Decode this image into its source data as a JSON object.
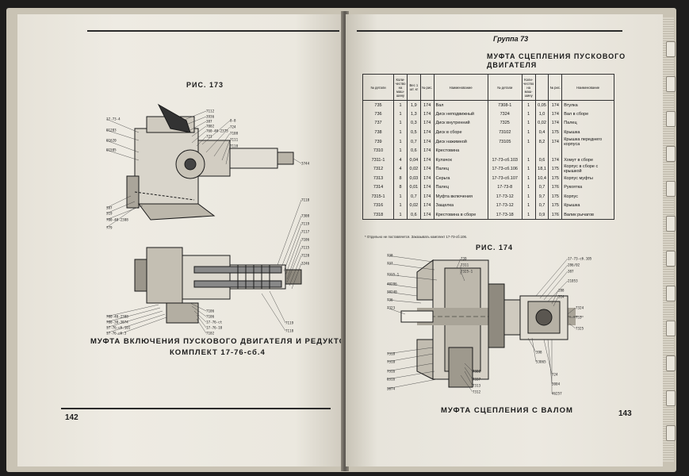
{
  "left_page": {
    "figure_label": "РИС. 173",
    "caption_line1": "МУФТА ВКЛЮЧЕНИЯ ПУСКОВОГО ДВИГАТЕЛЯ И РЕДУКТОР В СБОРЕ,",
    "caption_line2": "КОМПЛЕКТ 17-76-сб.4",
    "page_number": "142",
    "callouts_top": [
      "17-73-4",
      "01203",
      "01620",
      "01505",
      "387",
      "319",
      "700-40-2388",
      "779",
      "7112",
      "3936",
      "387",
      "7002",
      "760-40-2375",
      "721",
      "8-8",
      "724",
      "7108",
      "7111",
      "7110",
      "3744"
    ],
    "callouts_bottom": [
      "7118",
      "7308",
      "7119",
      "7117",
      "7106",
      "7115",
      "7120",
      "3246",
      "700-40-2388",
      "700-30-3074",
      "17-76-сб.101",
      "17-76-сб.3",
      "766-37-1",
      "7106",
      "7106",
      "17-76-ct",
      "17-76-10",
      "7102",
      "7119",
      "7118"
    ]
  },
  "right_page": {
    "header": "Группа 73",
    "title_line1": "МУФТА СЦЕПЛЕНИЯ ПУСКОВОГО",
    "title_line2": "ДВИГАТЕЛЯ",
    "table": {
      "headers": [
        "№ детали",
        "Коли-чество на маш-шину",
        "Вес 1 шт. кг",
        "№ рис.",
        "Наименование",
        "№ детали",
        "Коли-чество на маш-шину",
        "№ рис.",
        "Наименование"
      ],
      "rows": [
        [
          "735",
          "1",
          "1,9",
          "174",
          "Вал",
          "7308-1",
          "1",
          "0,05",
          "174",
          "Втулка"
        ],
        [
          "736",
          "1",
          "1,3",
          "174",
          "Диск неподвижный",
          "7324",
          "1",
          "1,0",
          "174",
          "Вал в сборе"
        ],
        [
          "737",
          "1",
          "0,3",
          "174",
          "Диск внутренний",
          "7325",
          "1",
          "0,02",
          "174",
          "Палец"
        ],
        [
          "738",
          "1",
          "0,5",
          "174",
          "Диск в сборе",
          "73102",
          "1",
          "0,4",
          "175",
          "Крышка"
        ],
        [
          "739",
          "1",
          "0,7",
          "174",
          "Диск нажимной",
          "73105",
          "1",
          "8,2",
          "174",
          "Крышка переднего корпуса"
        ],
        [
          "7310",
          "1",
          "0,6",
          "174",
          "Крестовина",
          "",
          "",
          "",
          "",
          ""
        ],
        [
          "7311-1",
          "4",
          "0,04",
          "174",
          "Кулачок",
          "17-73-сб.103",
          "1",
          "0,6",
          "174",
          "Хомут в сборе"
        ],
        [
          "7312",
          "4",
          "0,02",
          "174",
          "Палец",
          "17-73-сб.106",
          "1",
          "18,1",
          "175",
          "Корпус в сборе с крышкой"
        ],
        [
          "7313",
          "8",
          "0,03",
          "174",
          "Серьга",
          "17-73-сб.107",
          "1",
          "10,4",
          "175",
          "Корпус муфты"
        ],
        [
          "7314",
          "8",
          "0,01",
          "174",
          "Палец",
          "17-73-8",
          "1",
          "0,7",
          "176",
          "Рукоятка"
        ],
        [
          "7315-1",
          "1",
          "0,7",
          "174",
          "Муфта включения",
          "17-73-12",
          "1",
          "9,7",
          "175",
          "Корпус"
        ],
        [
          "7316",
          "1",
          "0,02",
          "174",
          "Защелка",
          "17-73-12",
          "1",
          "0,7",
          "175",
          "Крышка"
        ],
        [
          "7318",
          "1",
          "0,6",
          "174",
          "Крестовина в сборе",
          "17-73-18",
          "1",
          "0,9",
          "176",
          "Валик рычагов"
        ]
      ]
    },
    "footnote": "* Отдельно не поставляется. Заказывать комплект 17-73-сб.106.",
    "figure_label": "РИС. 174",
    "caption": "МУФТА СЦЕПЛЕНИЯ С ВАЛОМ",
    "page_number": "143",
    "callouts_left": [
      "738",
      "737",
      "7315-1",
      "40286",
      "38240",
      "736",
      "7323",
      "7318",
      "7310",
      "7316",
      "0316",
      "3874"
    ],
    "callouts_middle": [
      "739",
      "7311",
      "7325-1",
      "7322",
      "7337",
      "7313",
      "7312"
    ],
    "callouts_right": [
      "17-73-сб.105",
      "286/02",
      "387",
      "21053",
      "288",
      "314",
      "7324",
      "733",
      "7325",
      "398",
      "53065",
      "724",
      "3004",
      "46257"
    ]
  }
}
